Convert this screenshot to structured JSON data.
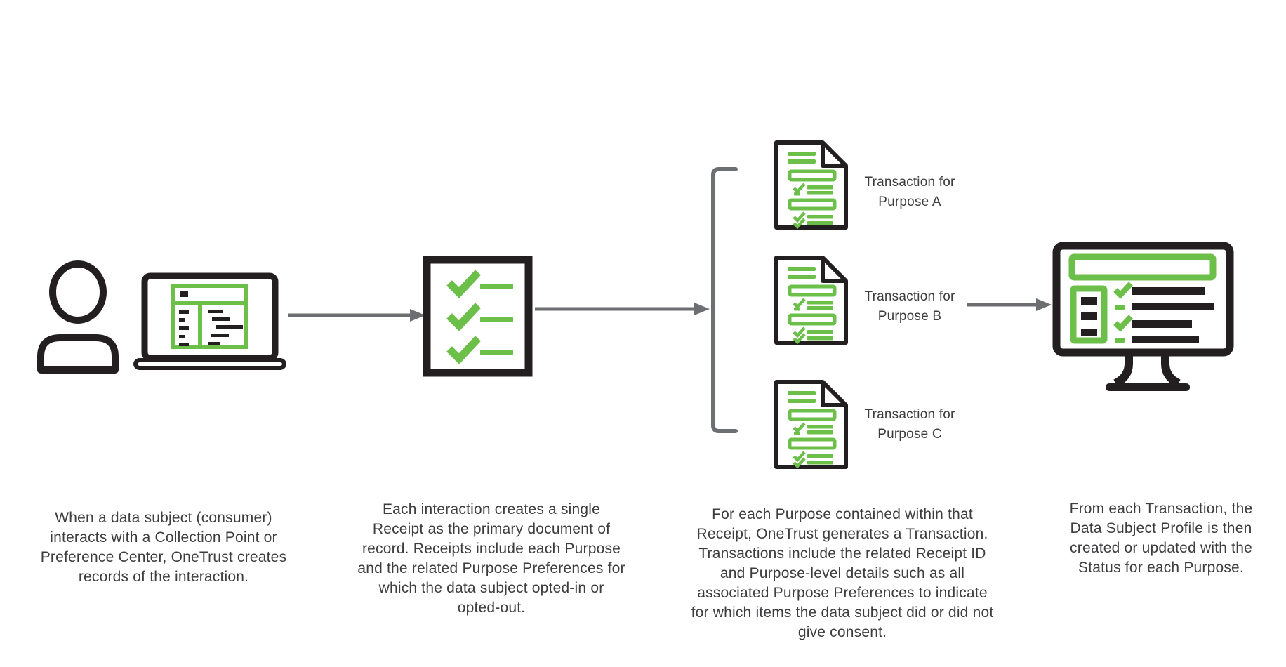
{
  "colors": {
    "green": "#6cc04a",
    "ink": "#231f20",
    "gray": "#6d6e71",
    "text": "#3d3d3f",
    "bg": "#ffffff"
  },
  "icons": [
    {
      "name": "data-subject-person-icon"
    },
    {
      "name": "collection-point-laptop-icon"
    },
    {
      "name": "receipt-checklist-icon"
    },
    {
      "name": "transaction-document-icon"
    },
    {
      "name": "fan-out-bracket-connector"
    },
    {
      "name": "flow-arrow"
    },
    {
      "name": "data-subject-profile-monitor-icon"
    }
  ],
  "transactions": [
    {
      "lines": [
        "Transaction for",
        "Purpose A"
      ]
    },
    {
      "lines": [
        "Transaction for",
        "Purpose B"
      ]
    },
    {
      "lines": [
        "Transaction for",
        "Purpose C"
      ]
    }
  ],
  "captions": [
    {
      "lines": [
        "When a data subject (consumer)",
        "interacts with a Collection Point or",
        "Preference Center, OneTrust creates",
        "records of the interaction."
      ]
    },
    {
      "lines": [
        "Each interaction creates a single",
        "Receipt as the primary document of",
        "record. Receipts include each Purpose",
        "and the related Purpose Preferences for",
        "which the data subject opted-in or",
        "opted-out."
      ]
    },
    {
      "lines": [
        "For each Purpose contained within that",
        "Receipt, OneTrust generates a Transaction.",
        "Transactions include the related Receipt ID",
        "and Purpose-level details such as all",
        "associated Purpose Preferences to indicate",
        "for which items the data subject did or did not",
        "give consent."
      ]
    },
    {
      "lines": [
        "From each Transaction, the",
        "Data Subject Profile is then",
        "created or updated with the",
        "Status for each Purpose."
      ]
    }
  ]
}
